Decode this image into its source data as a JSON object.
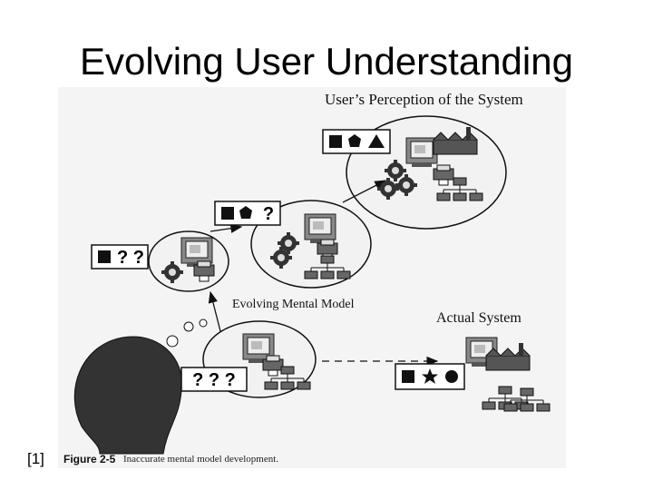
{
  "slide": {
    "title": "Evolving User Understanding",
    "reference": "[1]"
  },
  "figure": {
    "caption_number": "Figure 2-5",
    "caption_text": "Inaccurate mental model development.",
    "labels": {
      "perception": "User’s Perception of the System",
      "evolving": "Evolving Mental Model",
      "actual": "Actual System"
    },
    "stage_boxes": [
      {
        "symbols": [
          "?",
          "?",
          "?"
        ]
      },
      {
        "symbols": [
          "square",
          "?",
          "?"
        ]
      },
      {
        "symbols": [
          "square",
          "pentagon",
          "?"
        ]
      },
      {
        "symbols": [
          "square",
          "pentagon",
          "triangle"
        ]
      },
      {
        "symbols": [
          "square",
          "star",
          "circle"
        ]
      }
    ]
  }
}
